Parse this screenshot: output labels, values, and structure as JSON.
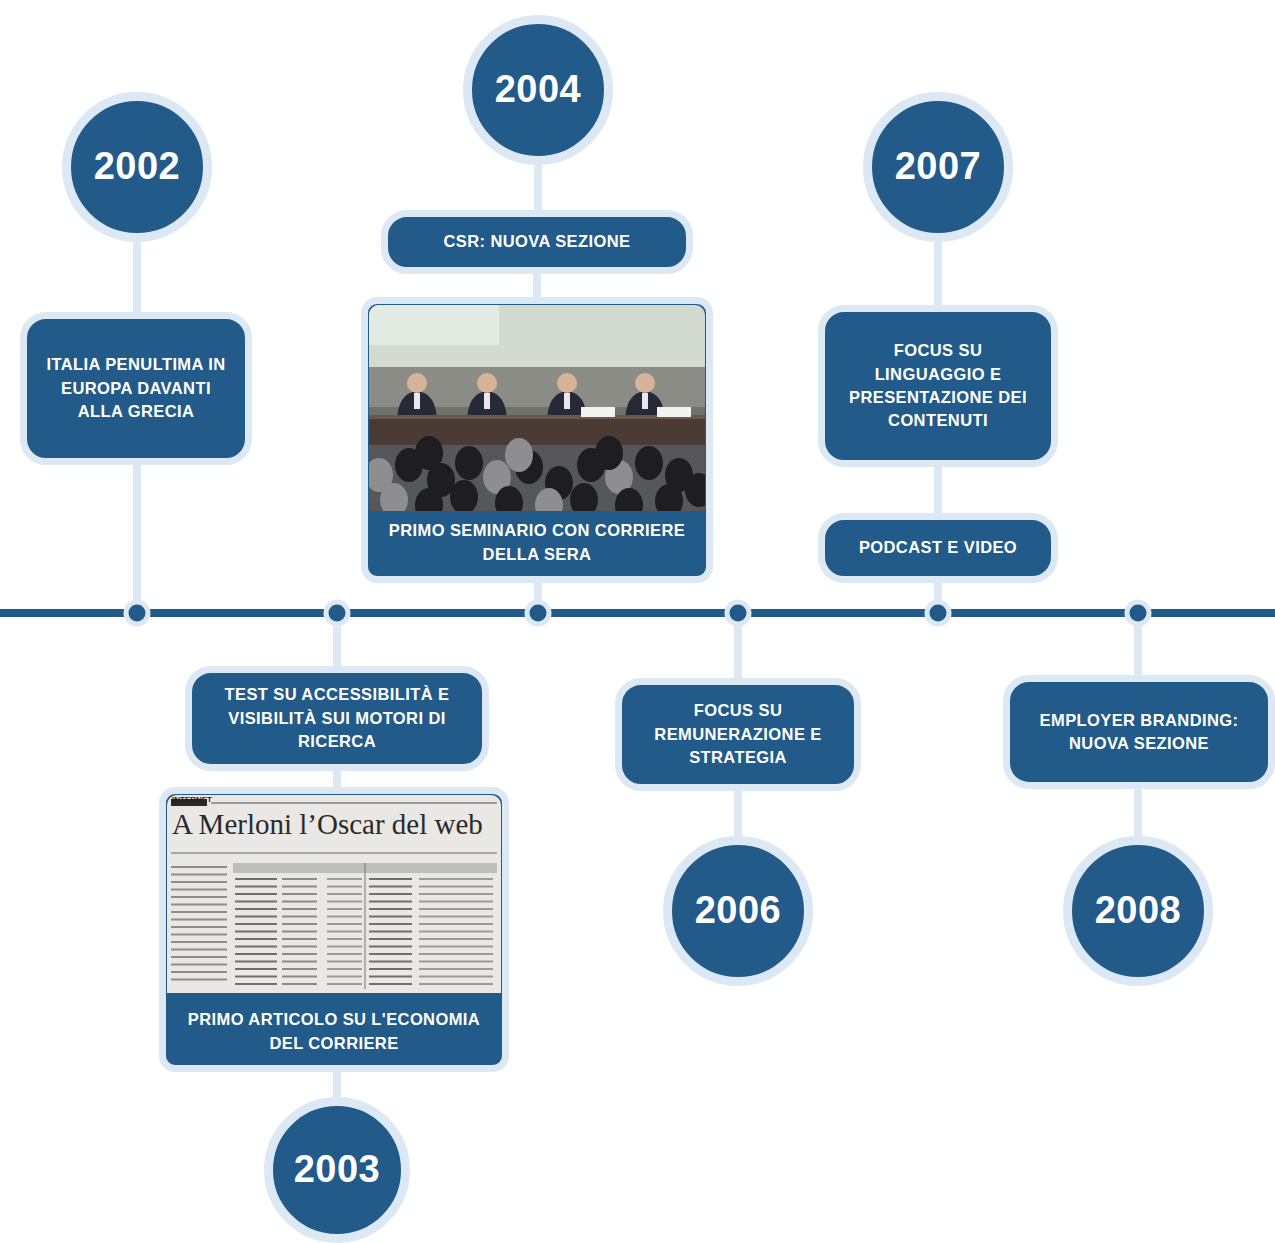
{
  "diagram": {
    "nodes": [
      {
        "text": [
          "2002"
        ]
      },
      {
        "text": [
          "ITALIA PENULTIMA IN EUROPA DAVANTI ALLA GRECIA"
        ]
      },
      {
        "text": [
          "TEST SU ACCESSIBILITÀ E VISIBILITÀ SUI MOTORI DI RICERCA"
        ]
      },
      {
        "text": [
          "PRIMO ARTICOLO SU L'ECONOMIA DEL CORRIERE"
        ]
      },
      {
        "text": [
          "2003"
        ]
      },
      {
        "text": [
          "2004"
        ]
      },
      {
        "text": [
          "CSR: NUOVA SEZIONE"
        ]
      },
      {
        "text": [
          "PRIMO SEMINARIO CON CORRIERE DELLA SERA"
        ]
      },
      {
        "text": [
          "FOCUS SU REMUNERAZIONE E STRATEGIA"
        ]
      },
      {
        "text": [
          "2006"
        ]
      },
      {
        "text": [
          "2007"
        ]
      },
      {
        "text": [
          "FOCUS SU LINGUAGGIO E PRESENTAZIONE DEI CONTENUTI"
        ]
      },
      {
        "text": [
          "PODCAST E VIDEO"
        ]
      },
      {
        "text": [
          "EMPLOYER BRANDING: NUOVA SEZIONE"
        ]
      },
      {
        "text": [
          "2008"
        ]
      }
    ],
    "edges": [
      {
        "from": 0,
        "to": 1,
        "arrow": "none"
      },
      {
        "from": 2,
        "to": 3,
        "arrow": "none"
      },
      {
        "from": 3,
        "to": 4,
        "arrow": "none"
      },
      {
        "from": 5,
        "to": 6,
        "arrow": "none"
      },
      {
        "from": 6,
        "to": 7,
        "arrow": "none"
      },
      {
        "from": 8,
        "to": 9,
        "arrow": "none"
      },
      {
        "from": 10,
        "to": 11,
        "arrow": "none"
      },
      {
        "from": 11,
        "to": 12,
        "arrow": "none"
      },
      {
        "from": 13,
        "to": 14,
        "arrow": "none"
      }
    ],
    "labels": [
      "INTERNET",
      "A Merloni l’Oscar del web"
    ]
  }
}
